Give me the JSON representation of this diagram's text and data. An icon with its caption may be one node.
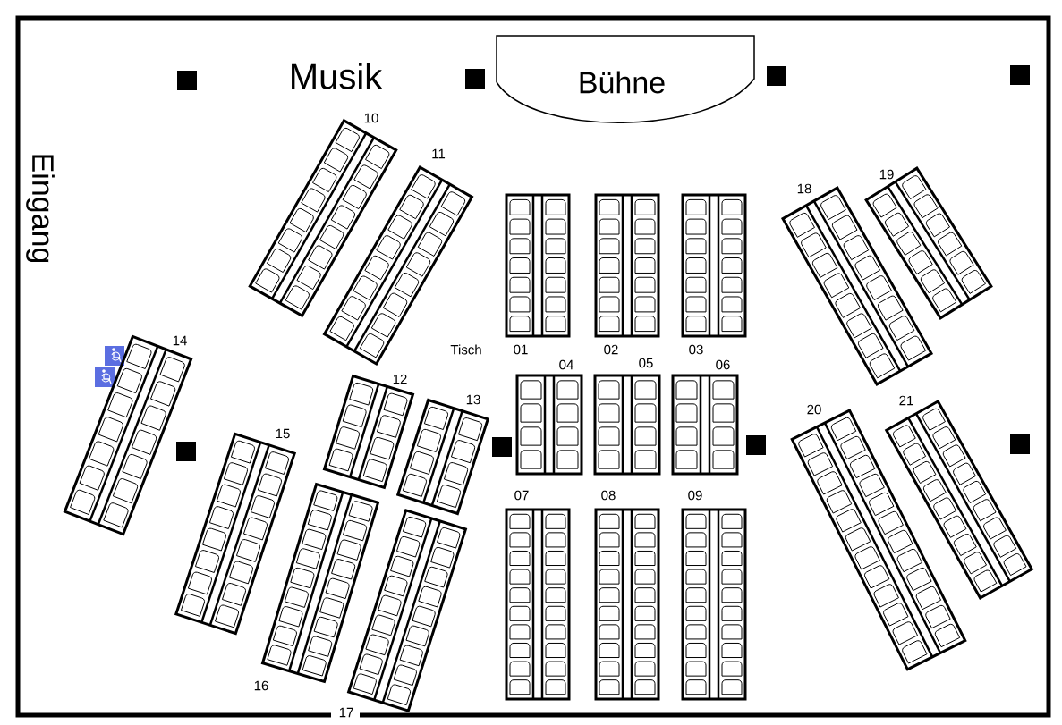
{
  "diagram": {
    "nodes": [
      {
        "text": [
          "Bühne"
        ]
      },
      {
        "text": [
          "10"
        ]
      },
      {
        "text": [
          "11"
        ]
      },
      {
        "text": [
          "19"
        ]
      },
      {
        "text": [
          "18"
        ]
      },
      {
        "text": [
          "01"
        ]
      },
      {
        "text": [
          "02"
        ]
      },
      {
        "text": [
          "03"
        ]
      },
      {
        "text": [
          "14"
        ]
      },
      {
        "text": [
          "04"
        ]
      },
      {
        "text": [
          "05"
        ]
      },
      {
        "text": [
          "06"
        ]
      },
      {
        "text": [
          "12"
        ]
      },
      {
        "text": [
          "13"
        ]
      },
      {
        "text": [
          "20"
        ]
      },
      {
        "text": [
          "21"
        ]
      },
      {
        "text": [
          "15"
        ]
      },
      {
        "text": [
          "07"
        ]
      },
      {
        "text": [
          "08"
        ]
      },
      {
        "text": [
          "09"
        ]
      },
      {
        "text": [
          "16"
        ]
      },
      {
        "text": [
          "17"
        ]
      }
    ],
    "labels": [
      "Musik",
      "Eingang",
      "Tisch"
    ]
  }
}
